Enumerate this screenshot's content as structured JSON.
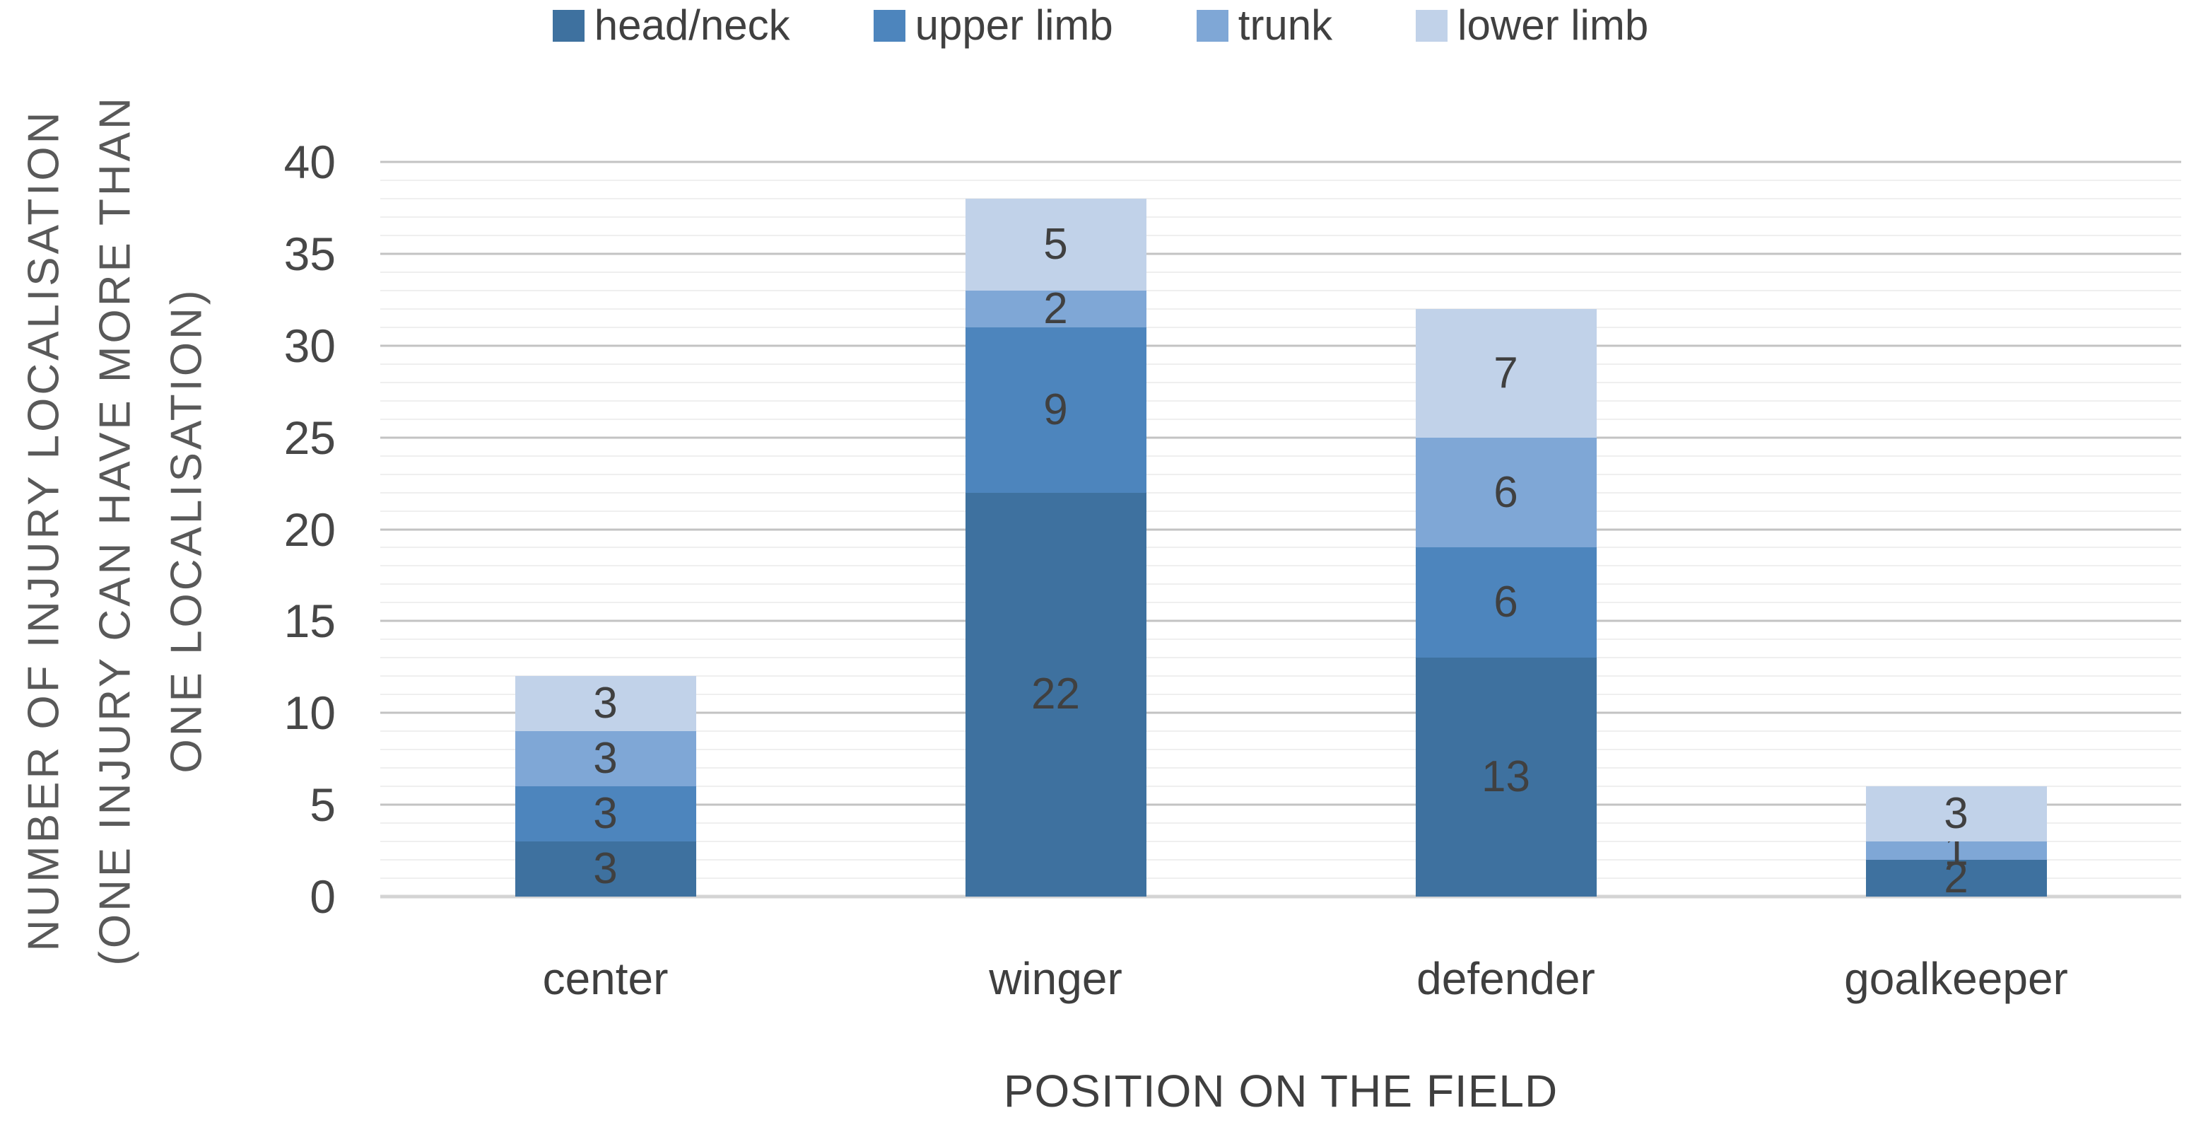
{
  "chart_data": {
    "type": "bar",
    "stacked": true,
    "title": "",
    "categories": [
      "center",
      "winger",
      "defender",
      "goalkeeper"
    ],
    "series": [
      {
        "name": "head/neck",
        "color": "#3E719F",
        "values": [
          3,
          22,
          13,
          2
        ]
      },
      {
        "name": "upper limb",
        "color": "#4D85BD",
        "values": [
          3,
          9,
          6,
          0
        ]
      },
      {
        "name": "trunk",
        "color": "#7FA7D6",
        "values": [
          3,
          2,
          6,
          1
        ]
      },
      {
        "name": "lower limb",
        "color": "#C1D2E9",
        "values": [
          3,
          5,
          7,
          3
        ]
      }
    ],
    "totals": [
      12,
      38,
      32,
      6
    ],
    "xlabel": "POSITION ON THE FIELD",
    "ylabel_lines": [
      "NUMBER OF INJURY LOCALISATION",
      "(ONE INJURY CAN HAVE MORE THAN",
      "ONE LOCALISATION)"
    ],
    "ylim": [
      0,
      40
    ],
    "y_major_step": 5,
    "y_minor_step": 1,
    "y_tick_labels": [
      "0",
      "5",
      "10",
      "15",
      "20",
      "25",
      "30",
      "35",
      "40"
    ],
    "legend_position": "top",
    "legend_entries": [
      "head/neck",
      "upper limb",
      "trunk",
      "lower limb"
    ],
    "grid": true,
    "data_labels_shown": true,
    "hide_zero_labels": true,
    "data_label_color": "#404040"
  }
}
